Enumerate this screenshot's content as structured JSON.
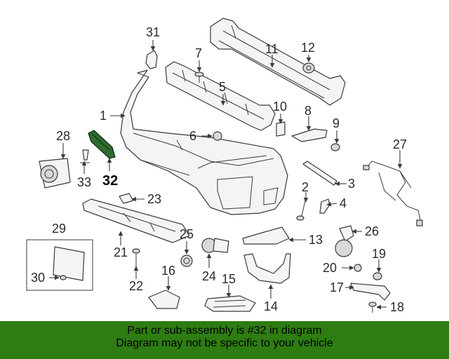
{
  "callouts": [
    "1",
    "2",
    "3",
    "4",
    "5",
    "6",
    "7",
    "8",
    "9",
    "10",
    "11",
    "12",
    "13",
    "14",
    "15",
    "16",
    "17",
    "18",
    "19",
    "20",
    "21",
    "22",
    "23",
    "24",
    "25",
    "26",
    "27",
    "28",
    "29",
    "30",
    "31",
    "32",
    "33"
  ],
  "highlighted_part": "32",
  "highlight_color": "#2e7d12",
  "banner": {
    "line1": "Part or sub-assembly is #32 in diagram",
    "line2": "Diagram may not be specific to your vehicle"
  }
}
